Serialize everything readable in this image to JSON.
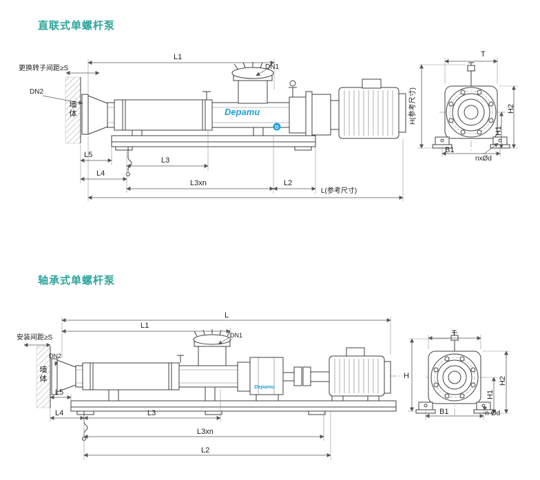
{
  "page": {
    "background": "#ffffff"
  },
  "colors": {
    "title_accent": "#2ba49c",
    "brand_blue": "#1e9fd6",
    "line": "#3c3c3c"
  },
  "brand": {
    "name": "Depamu",
    "mark": "D"
  },
  "section1": {
    "title": "直联式单螺杆泵",
    "labels": {
      "l1": "L1",
      "dn1": "DN1",
      "spacing": "更换转子间距≥S",
      "dn2": "DN2",
      "wall": "墙体",
      "l5": "L5",
      "l3": "L3",
      "l4": "L4",
      "l3xn": "L3xn",
      "l2": "L2",
      "lref": "L(参考尺寸)",
      "t": "T",
      "href": "H(参考尺寸)",
      "h2": "H2",
      "h1": "H1",
      "b1": "B1",
      "nxod": "nxØd"
    }
  },
  "section2": {
    "title": "轴承式单螺杆泵",
    "labels": {
      "l": "L",
      "l1": "L1",
      "dn1": "DN1",
      "spacing": "安装间距≥S",
      "dn2": "DN2",
      "wall": "墙体",
      "l5": "L5",
      "l4": "L4",
      "l3": "L3",
      "l3xn": "L3xn",
      "l2": "L2",
      "h": "H",
      "t": "T",
      "h2": "H2",
      "h1": "H1",
      "b1": "B1",
      "nod": "n-Ød"
    }
  }
}
